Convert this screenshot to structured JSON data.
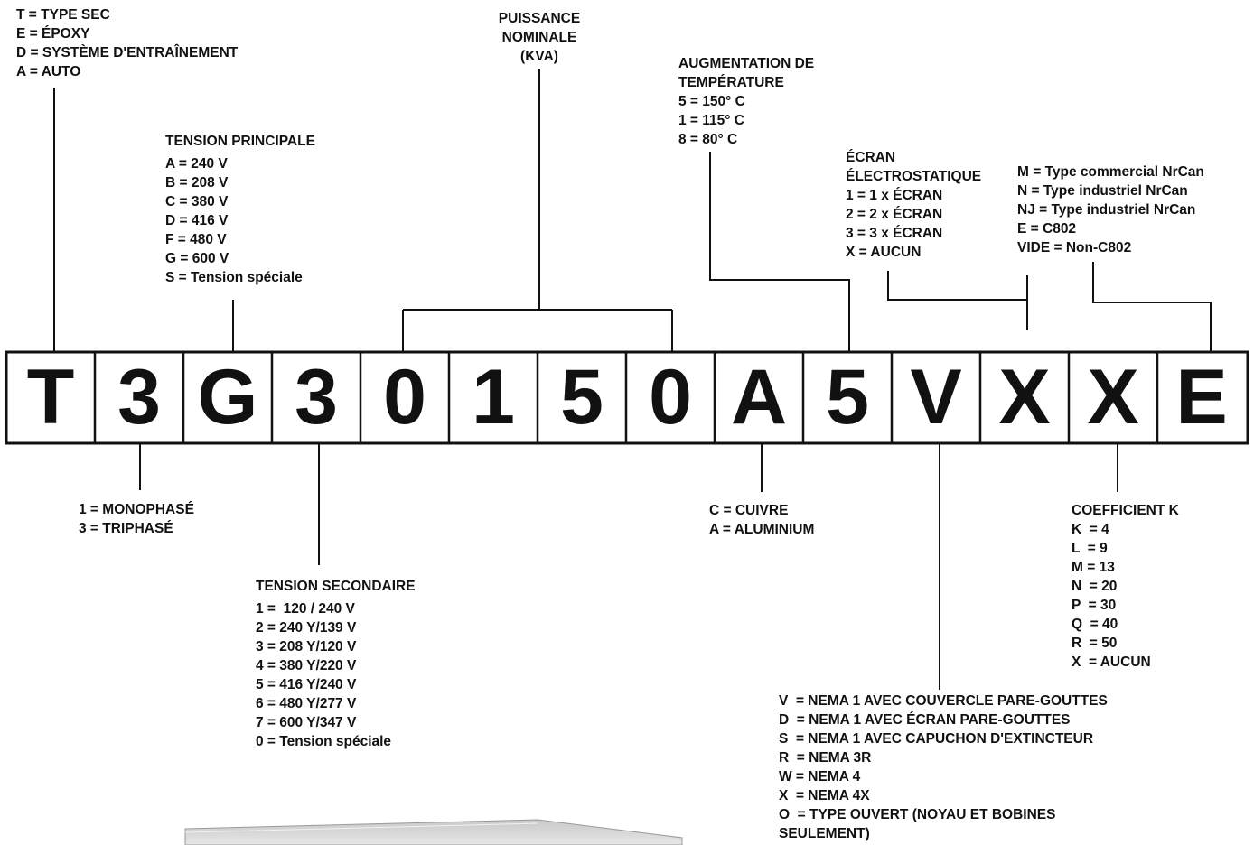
{
  "code_boxes": [
    "T",
    "3",
    "G",
    "3",
    "0",
    "1",
    "5",
    "0",
    "A",
    "5",
    "V",
    "X",
    "X",
    "E"
  ],
  "type_block": [
    "T = TYPE SEC",
    "E = ÉPOXY",
    "D = SYSTÈME D'ENTRAÎNEMENT",
    "A = AUTO"
  ],
  "primary_voltage": {
    "title": "TENSION PRINCIPALE",
    "items": [
      "A = 240 V",
      "B = 208 V",
      "C = 380 V",
      "D = 416 V",
      "F = 480 V",
      "G = 600 V",
      "S = Tension spéciale"
    ]
  },
  "power_rating": {
    "title": [
      "PUISSANCE",
      "NOMINALE",
      "(KVA)"
    ]
  },
  "temp_rise": {
    "title": [
      "AUGMENTATION DE",
      "TEMPÉRATURE"
    ],
    "items": [
      "5 = 150° C",
      "1 = 115° C",
      "8 = 80° C"
    ]
  },
  "shield": {
    "title": [
      "ÉCRAN",
      "ÉLECTROSTATIQUE"
    ],
    "items": [
      "1 = 1 x ÉCRAN",
      "2 = 2 x ÉCRAN",
      "3 = 3 x ÉCRAN",
      "X = AUCUN"
    ]
  },
  "efficiency": [
    "M = Type commercial NrCan",
    "N = Type industriel NrCan",
    "NJ = Type industriel NrCan",
    "E = C802",
    "VIDE = Non-C802"
  ],
  "phase": [
    "1 = MONOPHASÉ",
    "3 = TRIPHASÉ"
  ],
  "secondary_voltage": {
    "title": "TENSION SECONDAIRE",
    "items": [
      "1 =  120 / 240 V",
      "2 = 240 Y/139 V",
      "3 = 208 Y/120 V",
      "4 = 380 Y/220 V",
      "5 = 416 Y/240 V",
      "6 = 480 Y/277 V",
      "7 = 600 Y/347 V",
      "0 = Tension spéciale"
    ]
  },
  "conductor": [
    "C = CUIVRE",
    "A = ALUMINIUM"
  ],
  "k_factor": {
    "title": "COEFFICIENT K",
    "items": [
      "K  = 4",
      "L  = 9",
      "M = 13",
      "N  = 20",
      "P  = 30",
      "Q  = 40",
      "R  = 50",
      "X  = AUCUN"
    ]
  },
  "enclosure": [
    "V  = NEMA 1 AVEC COUVERCLE PARE-GOUTTES",
    "D  = NEMA 1 AVEC ÉCRAN PARE-GOUTTES",
    "S  = NEMA 1 AVEC CAPUCHON D'EXTINCTEUR",
    "R  = NEMA 3R",
    "W = NEMA 4",
    "X  = NEMA 4X",
    "O  = TYPE OUVERT (NOYAU ET BOBINES",
    "SEULEMENT)"
  ]
}
